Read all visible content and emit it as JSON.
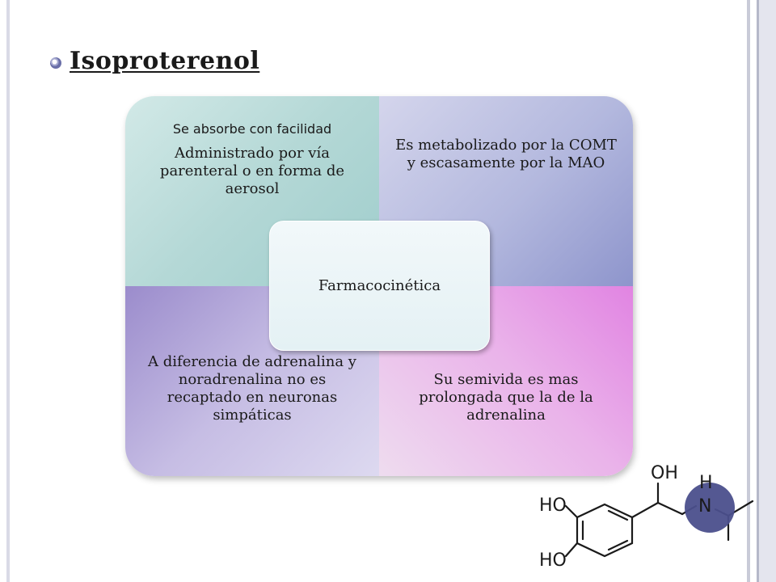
{
  "slide": {
    "title": "Isoproterenol",
    "center_label": "Farmacocinética",
    "quadrants": {
      "top_left": {
        "line1": "Se absorbe con facilidad",
        "line2": "Administrado por vía parenteral o en forma de aerosol"
      },
      "top_right": "Es metabolizado por la COMT y escasamente por la MAO",
      "bottom_left": "A diferencia de adrenalina y noradrenalina no es recaptado en neuronas simpáticas",
      "bottom_right": "Su semivida es mas prolongada que la de la adrenalina"
    }
  },
  "molecule": {
    "labels": {
      "oh_top": "OH",
      "h": "H",
      "n": "N",
      "ho_upper": "HO",
      "ho_lower": "HO"
    },
    "highlight_color": "#4b4f8c"
  }
}
